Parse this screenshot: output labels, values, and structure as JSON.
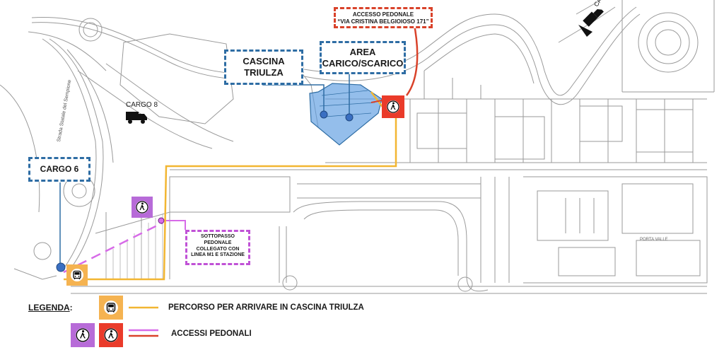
{
  "callouts": {
    "cascina": "CASCINA\nTRIULZA",
    "area": "AREA\nCARICO/SCARICO",
    "accesso": "ACCESSO PEDONALE\n“VIA CRISTINA BELGIOIOSO 171”",
    "cargo6": "CARGO 6",
    "sottopasso": "SOTTOPASSO\nPEDONALE\nCOLLEGATO CON\nLINEA M1 E STAZIONE"
  },
  "map_labels": {
    "cargo8": "CARGO 8",
    "cargo_top": "CARGO",
    "street": "Strada Statale del Sempione",
    "porta": "PORTA VALLE"
  },
  "legend": {
    "title": "LEGENDA",
    "colon": ":",
    "route": "PERCORSO PER ARRIVARE IN CASCINA TRIULZA",
    "pedestrian": "ACCESSI PEDONALI"
  },
  "colors": {
    "route": "#f2b632",
    "pedestrian_line": "#d76be8",
    "access_line": "#d9422a",
    "area_fill": "#5a9be0",
    "callout_blue": "#2e6da4",
    "bus_square": "#f5b351",
    "pedestrian_square": "#b76bd8",
    "access_square": "#ea3b2a"
  },
  "icons": {
    "bus": "bus-icon",
    "pedestrian": "pedestrian-icon",
    "truck": "truck-icon"
  }
}
